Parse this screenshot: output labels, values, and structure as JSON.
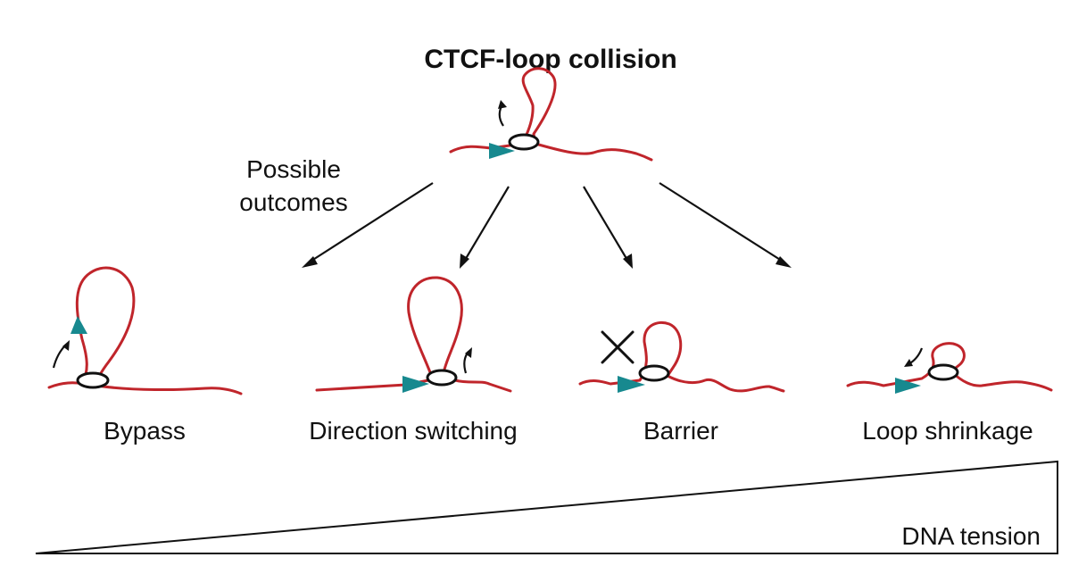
{
  "title": "CTCF-loop collision",
  "branch_label_line1": "Possible",
  "branch_label_line2": "outcomes",
  "outcomes": [
    {
      "label": "Bypass"
    },
    {
      "label": "Direction switching"
    },
    {
      "label": "Barrier"
    },
    {
      "label": "Loop shrinkage"
    }
  ],
  "gradient_label": "DNA tension",
  "colors": {
    "dna": "#c0252b",
    "ctcf": "#17898f",
    "cohesin_ring": "#111111",
    "arrows": "#111111"
  },
  "icons": [
    "cohesin-ring-icon",
    "ctcf-triangle-icon",
    "extrusion-arrow-icon",
    "block-cross-icon"
  ]
}
